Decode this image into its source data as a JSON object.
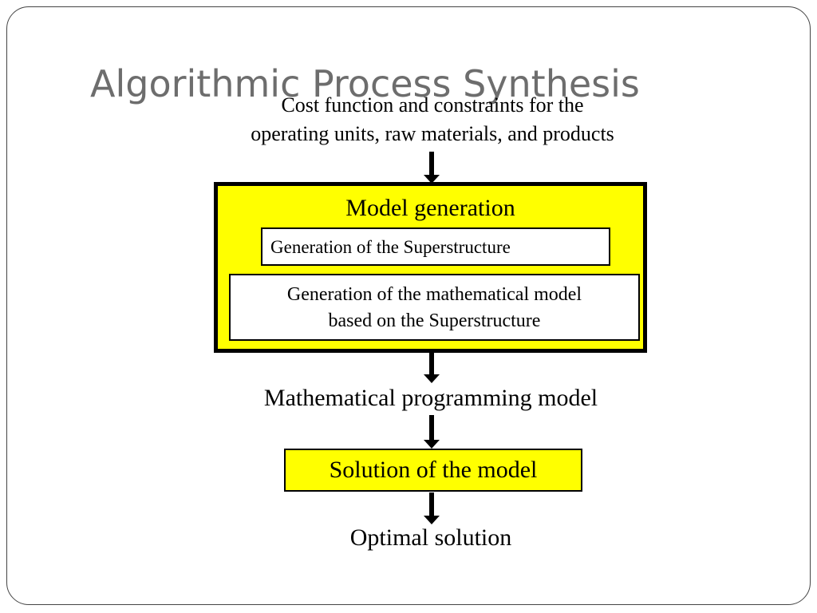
{
  "slide": {
    "title": "Algorithmic Process Synthesis"
  },
  "diagram": {
    "input": {
      "line1": "Cost function and constraints for the",
      "line2": "operating units, raw materials, and products"
    },
    "model_generation": {
      "title": "Model generation",
      "superstructure_step": "Generation of the Superstructure",
      "math_model_step": {
        "line1": "Generation of the mathematical model",
        "line2": "based on the Superstructure"
      }
    },
    "intermediate_output": "Mathematical programming model",
    "solution_step": "Solution of the model",
    "final_output": "Optimal solution"
  },
  "colors": {
    "box_fill": "#ffff00",
    "title_color": "#6d6d6d",
    "arrow_color": "#000000"
  }
}
